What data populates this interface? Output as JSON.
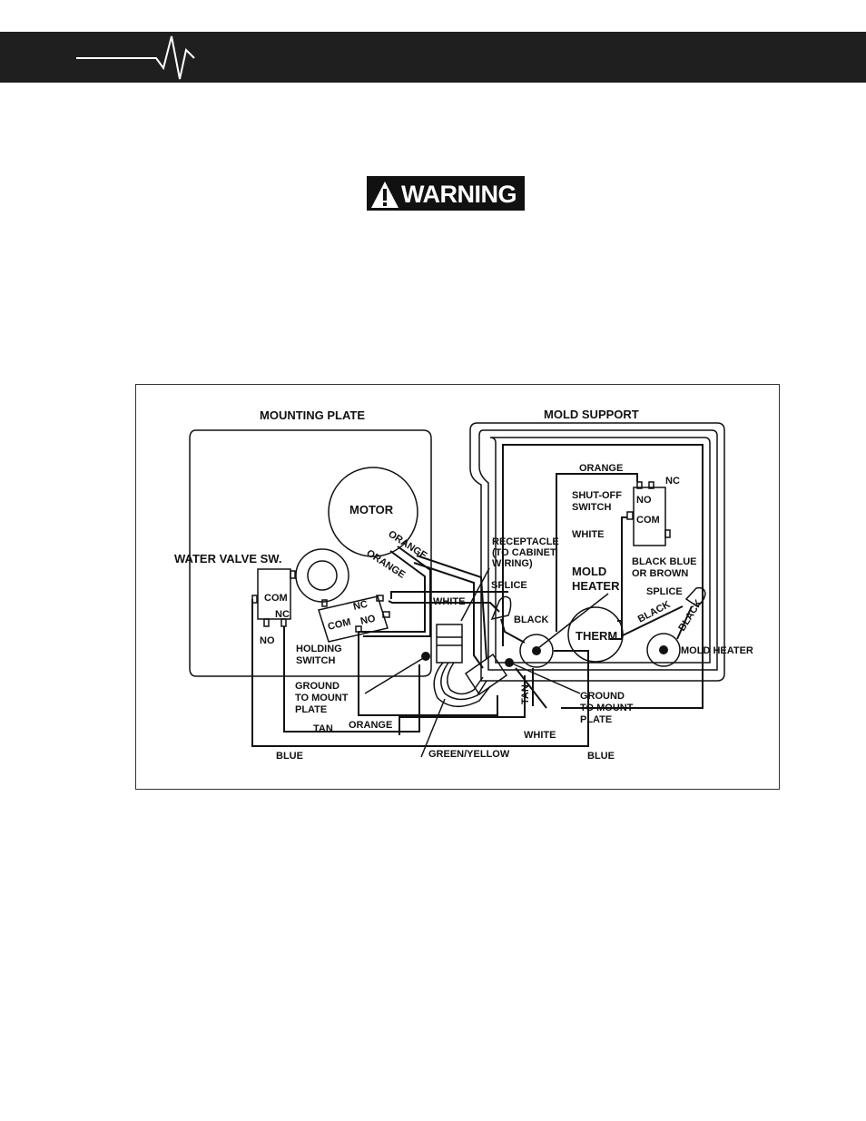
{
  "header": {
    "icon": "pulse-line-icon",
    "bar_color": "#1f1f1f"
  },
  "warning": {
    "label": "WARNING",
    "icon": "warning-triangle-icon"
  },
  "diagram": {
    "mounting_plate": "MOUNTING PLATE",
    "mold_support": "MOLD SUPPORT",
    "motor": "MOTOR",
    "water_valve_sw": "WATER VALVE SW.",
    "com": "COM",
    "nc": "NC",
    "no": "NO",
    "holding_switch_1": "HOLDING",
    "holding_switch_2": "SWITCH",
    "ground_1": "GROUND",
    "ground_2": "TO MOUNT",
    "ground_3": "PLATE",
    "receptacle_1": "RECEPTACLE",
    "receptacle_2": "(TO CABINET",
    "receptacle_3": "WIRING)",
    "splice": "SPLICE",
    "orange": "ORANGE",
    "white": "WHITE",
    "black": "BLACK",
    "tan": "TAN",
    "blue": "BLUE",
    "green_yellow": "GREEN/YELLOW",
    "shutoff_1": "SHUT-OFF",
    "shutoff_2": "SWITCH",
    "mold_1": "MOLD",
    "mold_2": "HEATER",
    "therm": "THERM",
    "black_blue_1": "BLACK BLUE",
    "black_blue_2": "OR BROWN",
    "mold_heater": "MOLD  HEATER"
  }
}
